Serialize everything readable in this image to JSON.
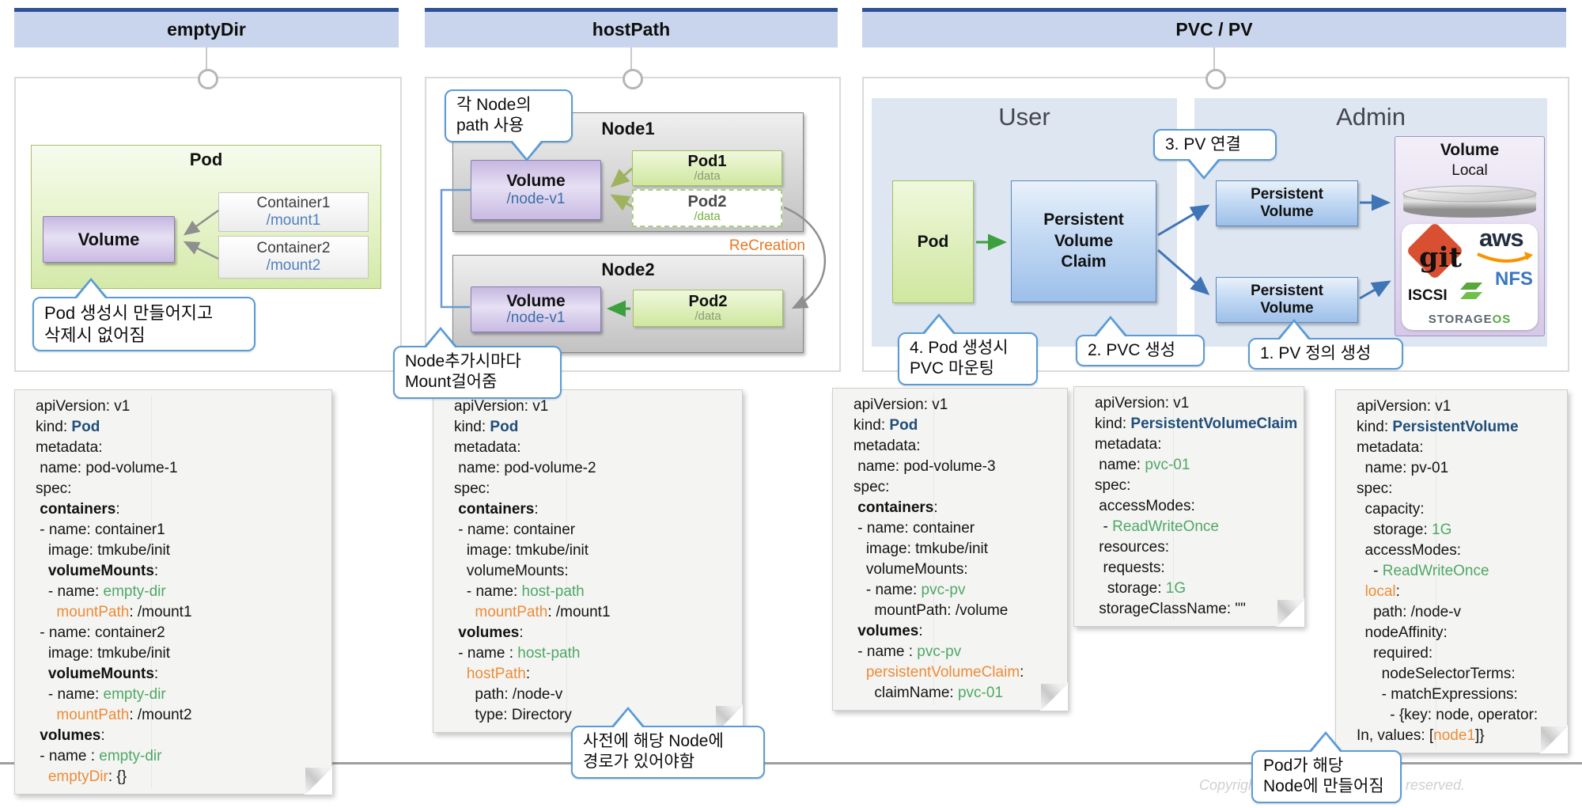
{
  "colors": {
    "header_bar_bg": "#c8d5ec",
    "header_bar_top": "#2e5395",
    "region_bg": "#dde6f1",
    "callout_border": "#5b9bd5",
    "yaml_green": "#4fa864",
    "yaml_orange": "#ed8c36",
    "yaml_kind_blue": "#1f4e79",
    "recreation_orange": "#e87722",
    "mount_blue": "#4f81bd",
    "node_path_blue": "#3c6da8",
    "data_olive": "#8b9b71",
    "data_green": "#74ae3d"
  },
  "panels": {
    "empty_dir": {
      "title": "emptyDir",
      "pod_label": "Pod",
      "volume_label": "Volume",
      "containers": [
        {
          "name": "Container1",
          "mount": "/mount1"
        },
        {
          "name": "Container2",
          "mount": "/mount2"
        }
      ],
      "callout": [
        "Pod 생성시 만들어지고",
        "삭제시 없어짐"
      ]
    },
    "host_path": {
      "title": "hostPath",
      "callout_top": [
        "각 Node의",
        "path 사용"
      ],
      "node1": {
        "title": "Node1",
        "volume_label": "Volume",
        "volume_path": "/node-v1",
        "pod1_name": "Pod1",
        "pod1_path": "/data",
        "pod2_name": "Pod2",
        "pod2_path": "/data"
      },
      "recreation_label": "ReCreation",
      "node2": {
        "title": "Node2",
        "volume_label": "Volume",
        "volume_path": "/node-v1",
        "pod_name": "Pod2",
        "pod_path": "/data"
      },
      "callout_bottom": [
        "Node추가시마다",
        "Mount걸어줌"
      ],
      "callout_footer": [
        "사전에 해당 Node에",
        "경로가 있어야함"
      ]
    },
    "pvc_pv": {
      "title": "PVC / PV",
      "user_label": "User",
      "admin_label": "Admin",
      "pod_label": "Pod",
      "pvc_label": [
        "Persistent",
        "Volume",
        "Claim"
      ],
      "pv1_label": [
        "Persistent",
        "Volume"
      ],
      "pv2_label": [
        "Persistent",
        "Volume"
      ],
      "volume_title": "Volume",
      "volume_subtitle": "Local",
      "logos": {
        "git": "git",
        "aws": "aws",
        "nfs": "NFS",
        "iscsi": "ISCSI",
        "storageos_left": "STORAGE",
        "storageos_right": "OS"
      },
      "callout_3": "3. PV 연결",
      "callout_4": [
        "4. Pod 생성시",
        "PVC 마운팅"
      ],
      "callout_2": "2. PVC 생성",
      "callout_1": "1. PV 정의 생성"
    }
  },
  "papers": {
    "pod_volume_1": {
      "lines": [
        [
          [
            "p",
            "apiVersion: v1"
          ]
        ],
        [
          [
            "p",
            "kind: "
          ],
          [
            "k",
            "Pod"
          ]
        ],
        [
          [
            "p",
            "metadata:"
          ]
        ],
        [
          [
            "p",
            " name: pod-volume-1"
          ]
        ],
        [
          [
            "p",
            "spec:"
          ]
        ],
        [
          [
            "p",
            " "
          ],
          [
            "b",
            "containers"
          ],
          [
            "p",
            ":"
          ]
        ],
        [
          [
            "p",
            " - name: container1"
          ]
        ],
        [
          [
            "p",
            "   image: tmkube/init"
          ]
        ],
        [
          [
            "p",
            "   "
          ],
          [
            "b",
            "volumeMounts"
          ],
          [
            "p",
            ":"
          ]
        ],
        [
          [
            "p",
            "   - name: "
          ],
          [
            "g",
            "empty-dir"
          ]
        ],
        [
          [
            "p",
            "     "
          ],
          [
            "o",
            "mountPath"
          ],
          [
            "p",
            ": /mount1"
          ]
        ],
        [
          [
            "p",
            " - name: container2"
          ]
        ],
        [
          [
            "p",
            "   image: tmkube/init"
          ]
        ],
        [
          [
            "p",
            "   "
          ],
          [
            "b",
            "volumeMounts"
          ],
          [
            "p",
            ":"
          ]
        ],
        [
          [
            "p",
            "   - name: "
          ],
          [
            "g",
            "empty-dir"
          ]
        ],
        [
          [
            "p",
            "     "
          ],
          [
            "o",
            "mountPath"
          ],
          [
            "p",
            ": /mount2"
          ]
        ],
        [
          [
            "p",
            " "
          ],
          [
            "b",
            "volumes"
          ],
          [
            "p",
            ":"
          ]
        ],
        [
          [
            "p",
            " - name : "
          ],
          [
            "g",
            "empty-dir"
          ]
        ],
        [
          [
            "p",
            "   "
          ],
          [
            "o",
            "emptyDir"
          ],
          [
            "p",
            ": {}"
          ]
        ]
      ]
    },
    "pod_volume_2": {
      "lines": [
        [
          [
            "p",
            "apiVersion: v1"
          ]
        ],
        [
          [
            "p",
            "kind: "
          ],
          [
            "k",
            "Pod"
          ]
        ],
        [
          [
            "p",
            "metadata:"
          ]
        ],
        [
          [
            "p",
            " name: pod-volume-2"
          ]
        ],
        [
          [
            "p",
            "spec:"
          ]
        ],
        [
          [
            "p",
            " "
          ],
          [
            "b",
            "containers"
          ],
          [
            "p",
            ":"
          ]
        ],
        [
          [
            "p",
            " - name: container"
          ]
        ],
        [
          [
            "p",
            "   image: tmkube/init"
          ]
        ],
        [
          [
            "p",
            "   volumeMounts:"
          ]
        ],
        [
          [
            "p",
            "   - name: "
          ],
          [
            "g",
            "host-path"
          ]
        ],
        [
          [
            "p",
            "     "
          ],
          [
            "o",
            "mountPath"
          ],
          [
            "p",
            ": /mount1"
          ]
        ],
        [
          [
            "p",
            " "
          ],
          [
            "b",
            "volumes"
          ],
          [
            "p",
            ":"
          ]
        ],
        [
          [
            "p",
            " - name : "
          ],
          [
            "g",
            "host-path"
          ]
        ],
        [
          [
            "p",
            "   "
          ],
          [
            "o",
            "hostPath"
          ],
          [
            "p",
            ":"
          ]
        ],
        [
          [
            "p",
            "     path: /node-v"
          ]
        ],
        [
          [
            "p",
            "     type: Directory"
          ]
        ]
      ]
    },
    "pod_volume_3": {
      "lines": [
        [
          [
            "p",
            "apiVersion: v1"
          ]
        ],
        [
          [
            "p",
            "kind: "
          ],
          [
            "k",
            "Pod"
          ]
        ],
        [
          [
            "p",
            "metadata:"
          ]
        ],
        [
          [
            "p",
            " name: pod-volume-3"
          ]
        ],
        [
          [
            "p",
            "spec:"
          ]
        ],
        [
          [
            "p",
            " "
          ],
          [
            "b",
            "containers"
          ],
          [
            "p",
            ":"
          ]
        ],
        [
          [
            "p",
            " - name: container"
          ]
        ],
        [
          [
            "p",
            "   image: tmkube/init"
          ]
        ],
        [
          [
            "p",
            "   volumeMounts:"
          ]
        ],
        [
          [
            "p",
            "   - name: "
          ],
          [
            "g",
            "pvc-pv"
          ]
        ],
        [
          [
            "p",
            "     mountPath: /volume"
          ]
        ],
        [
          [
            "p",
            " "
          ],
          [
            "b",
            "volumes"
          ],
          [
            "p",
            ":"
          ]
        ],
        [
          [
            "p",
            " - name : "
          ],
          [
            "g",
            "pvc-pv"
          ]
        ],
        [
          [
            "p",
            "   "
          ],
          [
            "o",
            "persistentVolumeClaim"
          ],
          [
            "p",
            ":"
          ]
        ],
        [
          [
            "p",
            "     claimName: "
          ],
          [
            "g",
            "pvc-01"
          ]
        ]
      ]
    },
    "pvc_01": {
      "lines": [
        [
          [
            "p",
            "apiVersion: v1"
          ]
        ],
        [
          [
            "p",
            "kind: "
          ],
          [
            "k",
            "PersistentVolumeClaim"
          ]
        ],
        [
          [
            "p",
            "metadata:"
          ]
        ],
        [
          [
            "p",
            " name: "
          ],
          [
            "g",
            "pvc-01"
          ]
        ],
        [
          [
            "p",
            "spec:"
          ]
        ],
        [
          [
            "p",
            " accessModes:"
          ]
        ],
        [
          [
            "p",
            "  - "
          ],
          [
            "g",
            "ReadWriteOnce"
          ]
        ],
        [
          [
            "p",
            " resources:"
          ]
        ],
        [
          [
            "p",
            "  requests:"
          ]
        ],
        [
          [
            "p",
            "   storage: "
          ],
          [
            "g",
            "1G"
          ]
        ],
        [
          [
            "p",
            " storageClassName: \"\""
          ]
        ]
      ]
    },
    "pv_01": {
      "lines": [
        [
          [
            "p",
            "apiVersion: v1"
          ]
        ],
        [
          [
            "p",
            "kind: "
          ],
          [
            "k",
            "PersistentVolume"
          ]
        ],
        [
          [
            "p",
            "metadata:"
          ]
        ],
        [
          [
            "p",
            "  name: pv-01"
          ]
        ],
        [
          [
            "p",
            "spec:"
          ]
        ],
        [
          [
            "p",
            "  capacity:"
          ]
        ],
        [
          [
            "p",
            "    storage: "
          ],
          [
            "g",
            "1G"
          ]
        ],
        [
          [
            "p",
            "  accessModes:"
          ]
        ],
        [
          [
            "p",
            "    - "
          ],
          [
            "g",
            "ReadWriteOnce"
          ]
        ],
        [
          [
            "p",
            "  "
          ],
          [
            "o",
            "local"
          ],
          [
            "p",
            ":"
          ]
        ],
        [
          [
            "p",
            "    path: /node-v"
          ]
        ],
        [
          [
            "p",
            "  nodeAffinity:"
          ]
        ],
        [
          [
            "p",
            "    required:"
          ]
        ],
        [
          [
            "p",
            "      nodeSelectorTerms:"
          ]
        ],
        [
          [
            "p",
            "      - matchExpressions:"
          ]
        ],
        [
          [
            "p",
            "        - {key: node, operator:"
          ]
        ],
        [
          [
            "p",
            "In, values: ["
          ],
          [
            "o",
            "node1"
          ],
          [
            "p",
            "]}"
          ]
        ]
      ]
    }
  },
  "footer": {
    "copyright_left": "Copyright ©",
    "copyright_right": "hts reserved.",
    "pv_callout": [
      "Pod가 해당",
      "Node에 만들어짐"
    ]
  }
}
